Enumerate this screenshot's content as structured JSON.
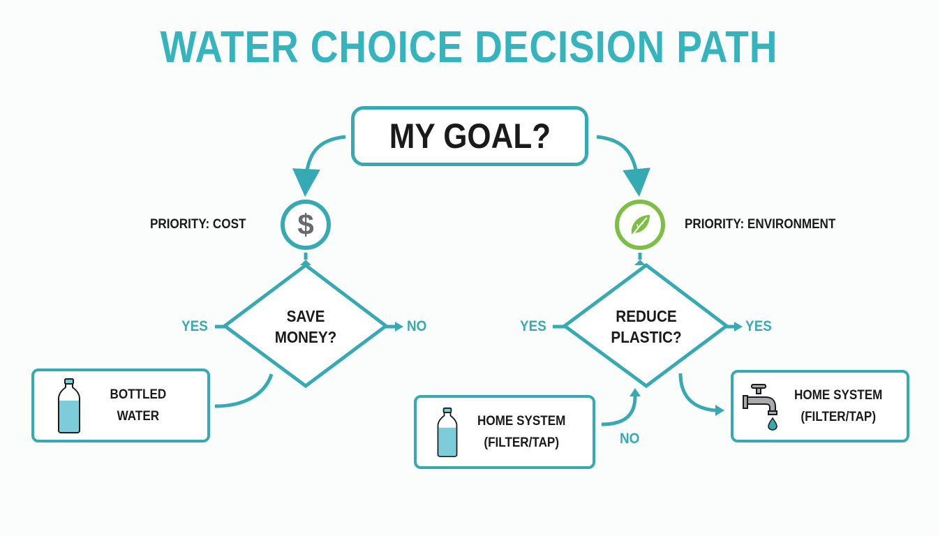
{
  "title": "WATER CHOICE DECISION PATH",
  "colors": {
    "accent": "#35aab3",
    "title": "#35b4bd",
    "environment_green": "#7dbe45",
    "text": "#1a1a1a",
    "icon_gray": "#666a70",
    "water_fill": "#7ccdd9"
  },
  "root": {
    "label": "MY GOAL?"
  },
  "branches": {
    "cost": {
      "priority_label": "PRIORITY: COST",
      "icon": "dollar-icon",
      "icon_glyph": "$",
      "question_line1": "SAVE",
      "question_line2": "MONEY?",
      "left_label": "YES",
      "right_label": "NO",
      "result": {
        "icon": "water-bottle-icon",
        "line1": "BOTTLED",
        "line2": "WATER"
      }
    },
    "environment": {
      "priority_label": "PRIORITY: ENVIRONMENT",
      "icon": "leaf-icon",
      "question_line1": "REDUCE",
      "question_line2": "PLASTIC?",
      "left_label": "YES",
      "right_label": "YES",
      "no_label": "NO",
      "result_left": {
        "icon": "water-bottle-icon",
        "line1": "HOME SYSTEM",
        "line2": "(FILTER/TAP)"
      },
      "result_right": {
        "icon": "faucet-icon",
        "line1": "HOME SYSTEM",
        "line2": "(FILTER/TAP)"
      }
    }
  }
}
